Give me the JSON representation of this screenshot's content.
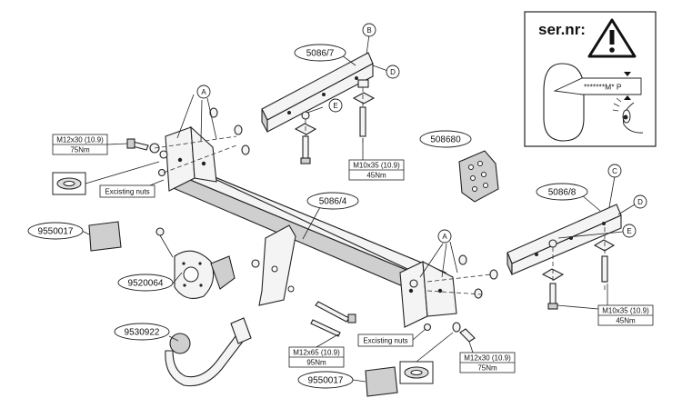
{
  "warning_panel": {
    "title": "ser.nr:",
    "plate_text": "*******M* P"
  },
  "part_codes": {
    "bracket_left": "5086/7",
    "bracket_right": "5086/8",
    "crossbar": "5086/4",
    "wiring_kit": "508680",
    "reflector_left": "9550017",
    "reflector_right": "9550017",
    "socket_plate": "9520064",
    "towball": "9530922"
  },
  "letters": {
    "a": "A",
    "b": "B",
    "c": "C",
    "d": "D",
    "e": "E"
  },
  "bolt_specs": {
    "m12x30_left": {
      "size": "M12x30 (10.9)",
      "torque": "75Nm"
    },
    "m10x35_top": {
      "size": "M10x35 (10.9)",
      "torque": "45Nm"
    },
    "m12x65": {
      "size": "M12x65 (10.9)",
      "torque": "95Nm"
    },
    "m12x30_right": {
      "size": "M12x30 (10.9)",
      "torque": "75Nm"
    },
    "m10x35_right": {
      "size": "M10x35 (10.9)",
      "torque": "45Nm"
    }
  },
  "notes": {
    "nuts_left": "Excisting nuts",
    "nuts_right": "Excisting nuts"
  }
}
